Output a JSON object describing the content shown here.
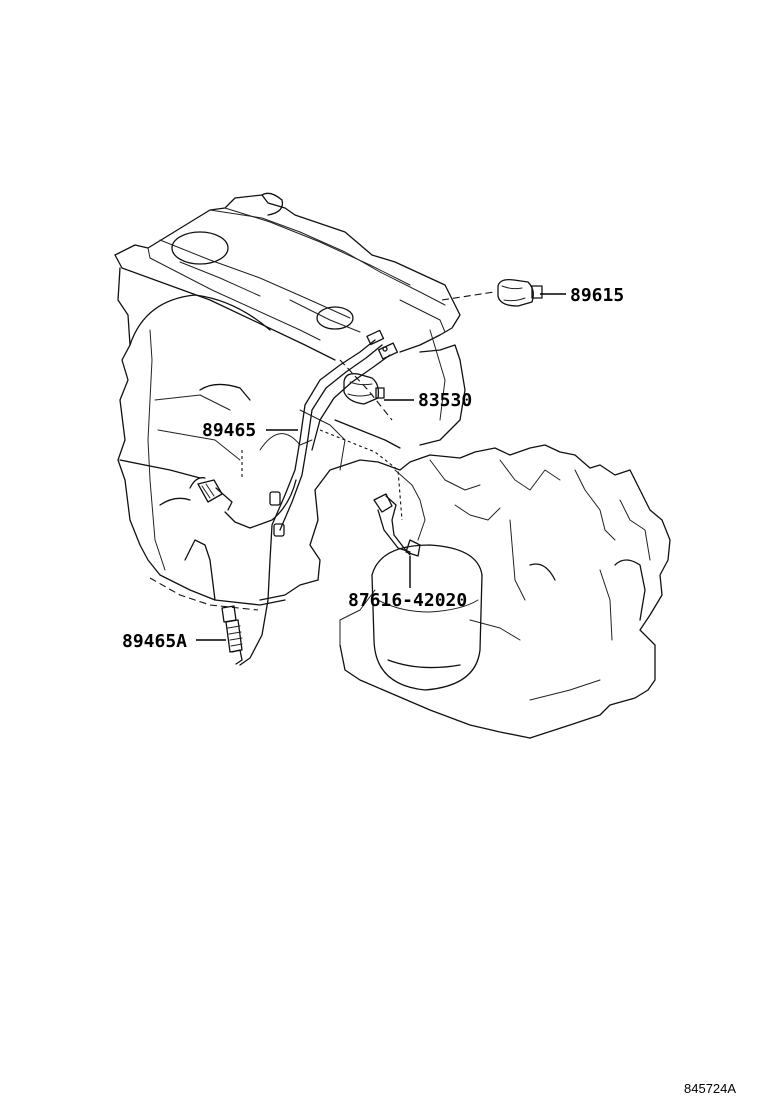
{
  "callouts": [
    {
      "id": "knock-sensor",
      "part_number": "89615"
    },
    {
      "id": "oil-pressure-switch",
      "part_number": "83530"
    },
    {
      "id": "oxygen-sensor-upper",
      "part_number": "89465"
    },
    {
      "id": "transmission-sensor",
      "part_number": "87616-42020"
    },
    {
      "id": "oxygen-sensor-lower",
      "part_number": "89465A"
    }
  ],
  "figure_id": "845724A"
}
